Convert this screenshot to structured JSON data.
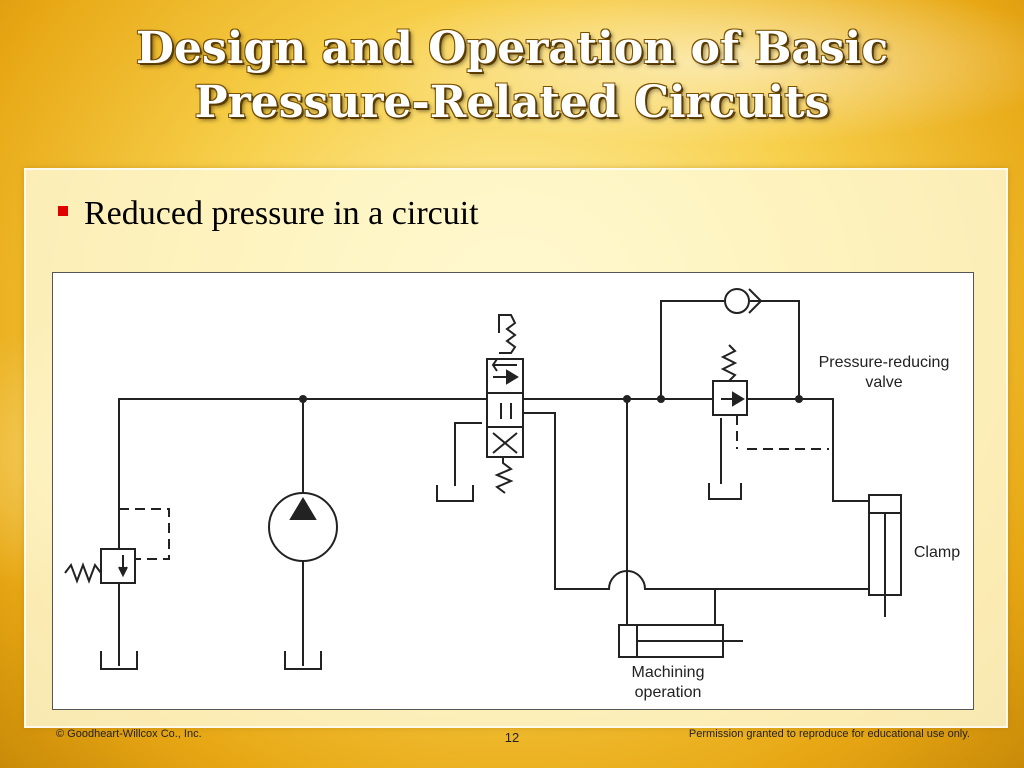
{
  "slide": {
    "title_line1": "Design and Operation of Basic",
    "title_line2": "Pressure-Related Circuits",
    "bullet": "Reduced pressure in a circuit"
  },
  "diagram": {
    "labels": {
      "pressure_reducing_line1": "Pressure-reducing",
      "pressure_reducing_line2": "valve",
      "clamp": "Clamp",
      "machining_line1": "Machining",
      "machining_line2": "operation"
    }
  },
  "footer": {
    "copyright": "© Goodheart-Willcox Co., Inc.",
    "page_number": "12",
    "permission": "Permission granted to reproduce for educational use only."
  },
  "colors": {
    "bullet": "#e00000",
    "line": "#222222"
  }
}
